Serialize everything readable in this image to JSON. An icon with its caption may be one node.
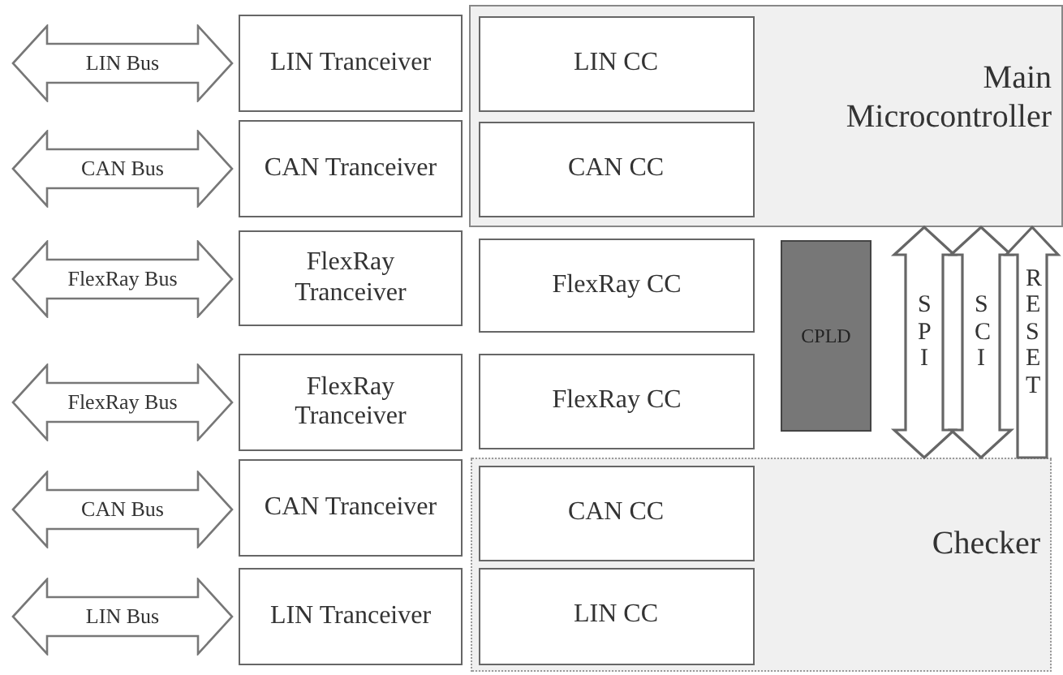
{
  "diagram": {
    "nodes": [
      {
        "text": [
          "Main Microcontroller"
        ]
      },
      {
        "text": [
          "LIN Bus"
        ]
      },
      {
        "text": [
          "LIN Tranceiver"
        ]
      },
      {
        "text": [
          "LIN CC"
        ],
        "in": 0
      },
      {
        "text": [
          "CAN Bus"
        ]
      },
      {
        "text": [
          "CAN Tranceiver"
        ]
      },
      {
        "text": [
          "CAN CC"
        ],
        "in": 0
      },
      {
        "text": [
          "FlexRay Bus"
        ]
      },
      {
        "text": [
          "FlexRay Tranceiver"
        ]
      },
      {
        "text": [
          "FlexRay CC"
        ]
      },
      {
        "text": [
          "CPLD"
        ]
      },
      {
        "text": [
          "FlexRay Bus"
        ]
      },
      {
        "text": [
          "FlexRay Tranceiver"
        ]
      },
      {
        "text": [
          "FlexRay CC"
        ]
      },
      {
        "text": [
          "Checker"
        ]
      },
      {
        "text": [
          "CAN Bus"
        ]
      },
      {
        "text": [
          "CAN Tranceiver"
        ]
      },
      {
        "text": [
          "CAN CC"
        ],
        "in": 14
      },
      {
        "text": [
          "LIN Bus"
        ]
      },
      {
        "text": [
          "LIN Tranceiver"
        ]
      },
      {
        "text": [
          "LIN CC"
        ],
        "in": 14
      }
    ],
    "edges": [
      {
        "from": 0,
        "to": 14,
        "arrow": "both",
        "label": "SPI",
        "style": "thick"
      },
      {
        "from": 0,
        "to": 14,
        "arrow": "both",
        "label": "SCI",
        "style": "thick"
      },
      {
        "from": 14,
        "to": 0,
        "arrow": "to",
        "label": "RESET",
        "style": "thick"
      }
    ]
  }
}
